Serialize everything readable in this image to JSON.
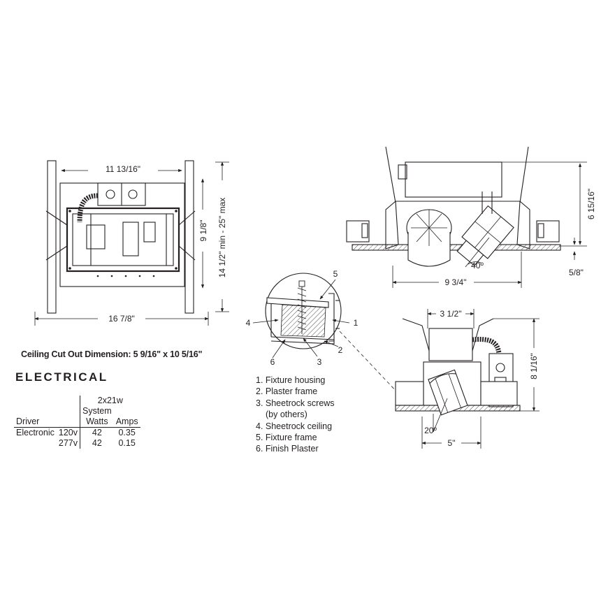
{
  "views": {
    "plan": {
      "dim_width": "11 13/16\"",
      "dim_bar": "16 7/8\"",
      "dim_inner": "9 1/8\"",
      "dim_height": "14 1/2\" min - 25\" max"
    },
    "front": {
      "dim_height": "6 15/16\"",
      "dim_width": "9 3/4\"",
      "dim_thick": "5/8\"",
      "tilt": "40º"
    },
    "side": {
      "dim_top": "3 1/2\"",
      "dim_height": "8 1/16\"",
      "dim_bottom": "5\"",
      "tilt": "20º"
    },
    "detail": {
      "callouts": [
        "1",
        "2",
        "3",
        "4",
        "5",
        "6"
      ]
    }
  },
  "cutout_dimension": "Ceiling Cut Out Dimension: 5 9/16\" x 10 5/16\"",
  "electrical": {
    "heading": "ELECTRICAL",
    "config": "2x21w",
    "header_system": "System",
    "col_driver": "Driver",
    "col_watts": "Watts",
    "col_amps": "Amps",
    "rows": [
      {
        "driver": "Electronic",
        "voltage": "120v",
        "watts": "42",
        "amps": "0.35"
      },
      {
        "driver": "",
        "voltage": "277v",
        "watts": "42",
        "amps": "0.15"
      }
    ]
  },
  "legend": [
    "1. Fixture housing",
    "2. Plaster frame",
    "3. Sheetrock screws",
    "(by others)",
    "4. Sheetrock ceiling",
    "5. Fixture frame",
    "6. Finish Plaster"
  ]
}
